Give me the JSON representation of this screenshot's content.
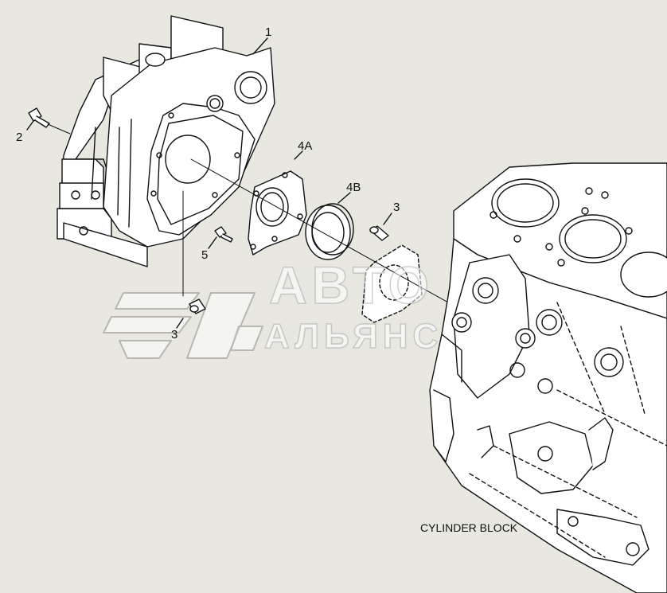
{
  "diagram": {
    "callouts": [
      "1",
      "2",
      "3",
      "3",
      "4A",
      "4B",
      "5"
    ],
    "cylinder_block_label": "CYLINDER BLOCK",
    "watermark_line1": "АВТО",
    "watermark_line2": "АЛЬЯНС",
    "colors": {
      "background": "#e8e8e0",
      "line": "#111111",
      "part_fill": "#ffffff",
      "shadow_fill": "#d4d4cc"
    }
  }
}
